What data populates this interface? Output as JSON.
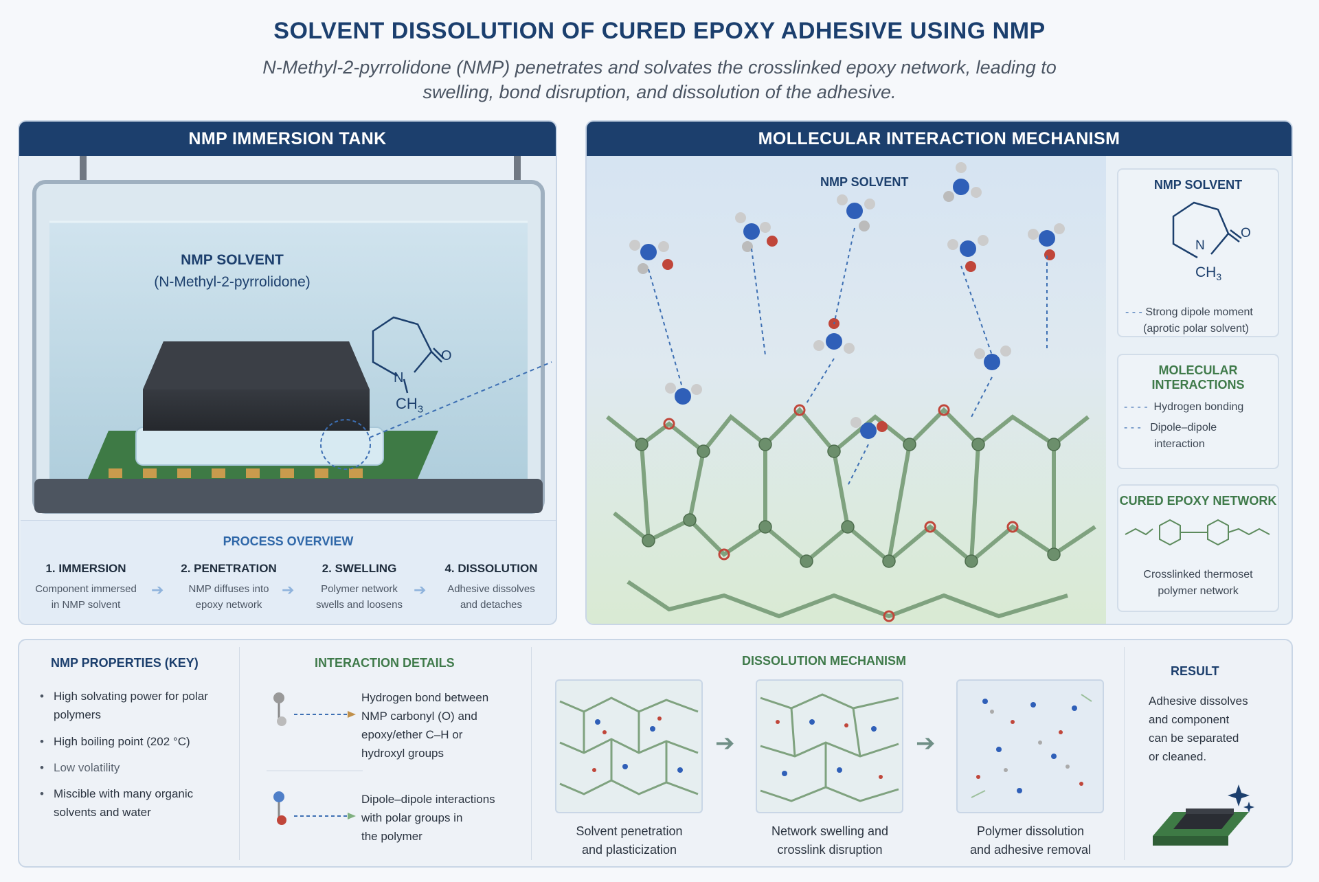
{
  "header": {
    "title": "SOLVENT DISSOLUTION OF CURED EPOXY ADHESIVE USING NMP",
    "subtitle_line1": "N-Methyl-2-pyrrolidone (NMP) penetrates and solvates the crosslinked epoxy network, leading to",
    "subtitle_line2": "swelling, bond disruption, and dissolution of the adhesive."
  },
  "tank_panel": {
    "title": "NMP IMMERSION TANK",
    "solvent_label": "NMP SOLVENT",
    "solvent_full_name": "(N-Methyl-2-pyrrolidone)",
    "structure_n": "N",
    "structure_o": "O",
    "structure_ch": "CH",
    "structure_sub": "3",
    "process": {
      "title": "PROCESS OVERVIEW",
      "steps": [
        {
          "title": "1. IMMERSION",
          "line1": "Component immersed",
          "line2": "in NMP solvent"
        },
        {
          "title": "2. PENETRATION",
          "line1": "NMP diffuses into",
          "line2": "epoxy network"
        },
        {
          "title": "2. SWELLING",
          "line1": "Polymer network",
          "line2": "swells and loosens"
        },
        {
          "title": "4. DISSOLUTION",
          "line1": "Adhesive dissolves",
          "line2": "and detaches"
        }
      ],
      "arrow": "➔"
    }
  },
  "mol_panel": {
    "title": "MOLLECULAR INTERACTION MECHANISM",
    "solvent_label": "NMP SOLVENT",
    "cards": {
      "solvent": {
        "title": "NMP SOLVENT",
        "note_line1": "Strong dipole moment",
        "note_line2": "(aprotic polar solvent)"
      },
      "interactions": {
        "title_line1": "MOLECULAR",
        "title_line2": "INTERACTIONS",
        "item1": "Hydrogen bonding",
        "item2_line1": "Dipole–dipole",
        "item2_line2": "interaction"
      },
      "network": {
        "title": "CURED EPOXY NETWORK",
        "line1": "Crosslinked thermoset",
        "line2": "polymer network"
      }
    }
  },
  "bottom": {
    "properties": {
      "title": "NMP PROPERTIES (KEY)",
      "items": [
        {
          "line1": "High solvating power for polar",
          "line2": "polymers"
        },
        {
          "line1": "High boiling point (202 °C)",
          "line2": ""
        },
        {
          "line1": "Low volatility",
          "line2": ""
        },
        {
          "line1": "Miscible with many organic",
          "line2": "solvents and water"
        }
      ]
    },
    "interaction_details": {
      "title": "INTERACTION DETAILS",
      "detail1": [
        "Hydrogen bond between",
        "NMP carbonyl (O) and",
        "epoxy/ether C–H or",
        "hydroxyl groups"
      ],
      "detail2": [
        "Dipole–dipole interactions",
        "with polar groups in",
        "the polymer"
      ]
    },
    "dissolution": {
      "title": "DISSOLUTION MECHANISM",
      "stages": [
        {
          "line1": "Solvent penetration",
          "line2": "and plasticization"
        },
        {
          "line1": "Network swelling and",
          "line2": "crosslink disruption"
        },
        {
          "line1": "Polymer dissolution",
          "line2": "and adhesive removal"
        }
      ],
      "arrow": "➔"
    },
    "result": {
      "title": "RESULT",
      "lines": [
        "Adhesive dissolves",
        "and component",
        "can be separated",
        "or cleaned."
      ]
    }
  },
  "colors": {
    "header_blue": "#1c3f6d",
    "accent_blue": "#2f67a8",
    "accent_green": "#3f7a4a",
    "nitrogen": "#2f5fb8",
    "oxygen": "#c0463a"
  }
}
